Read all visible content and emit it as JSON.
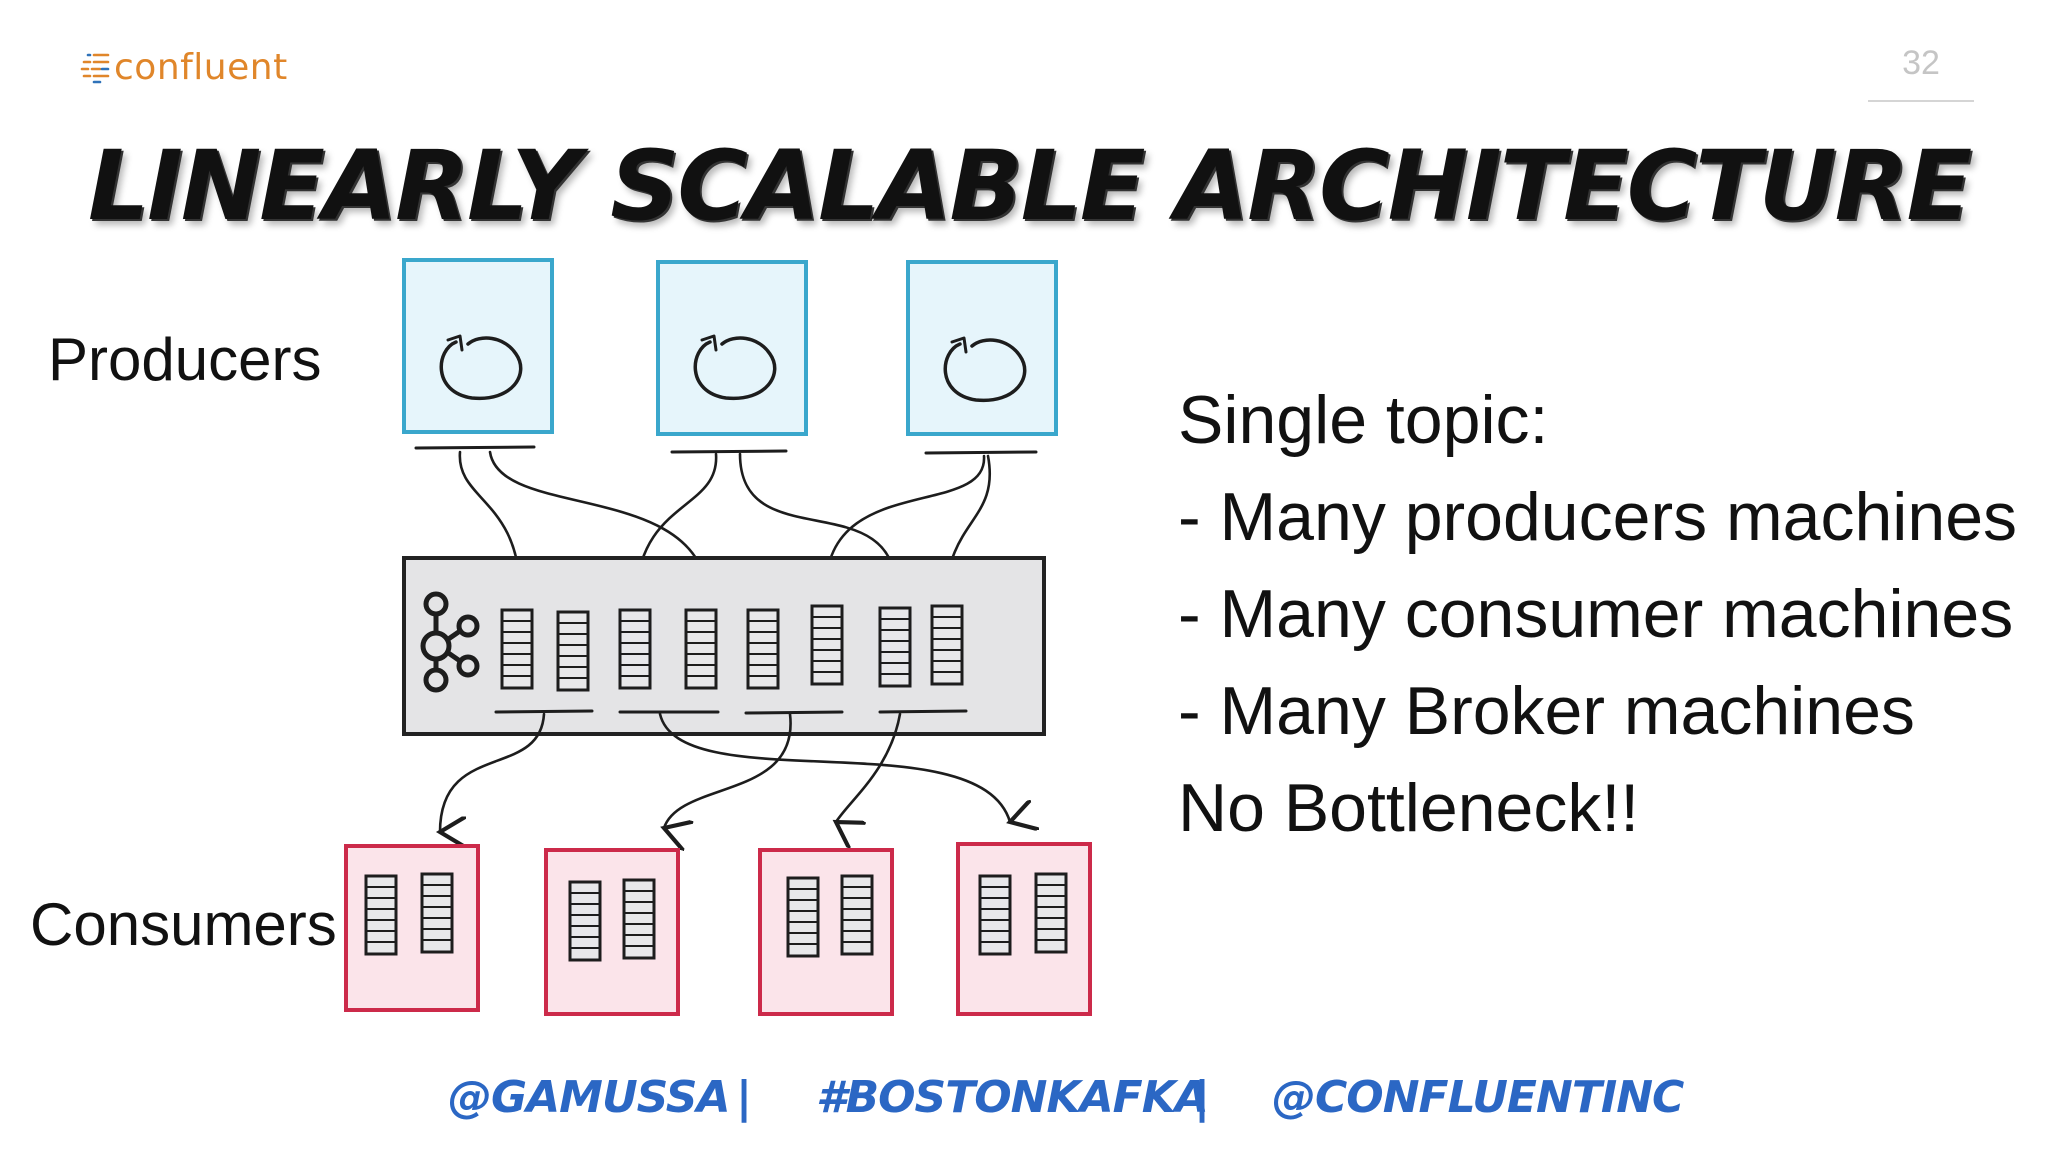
{
  "logo": {
    "text": "confluent",
    "color": "#e0862a"
  },
  "slide_number": "32",
  "title": "LINEARLY SCALABLE ARCHITECTURE",
  "labels": {
    "producers": "Producers",
    "consumers": "Consumers"
  },
  "points": [
    "Single topic:",
    "- Many producers machines",
    "- Many consumer machines",
    "- Many Broker machines",
    "No Bottleneck!!"
  ],
  "footer": {
    "handles": [
      "@GAMUSSA",
      "#BOSTONKAFKA",
      "@CONFLUENTINC"
    ],
    "separator": "|"
  },
  "colors": {
    "producer_fill": "#e6f5fb",
    "producer_border": "#3aa7cc",
    "consumer_fill": "#fbe4ea",
    "consumer_border": "#cc2a4a",
    "broker_fill": "#e4e4e6",
    "handle_blue": "#2b67c4"
  },
  "icons": {
    "producer": "refresh-cycle-icon",
    "broker": "kafka-logo-icon",
    "partition": "partition-log-icon"
  }
}
